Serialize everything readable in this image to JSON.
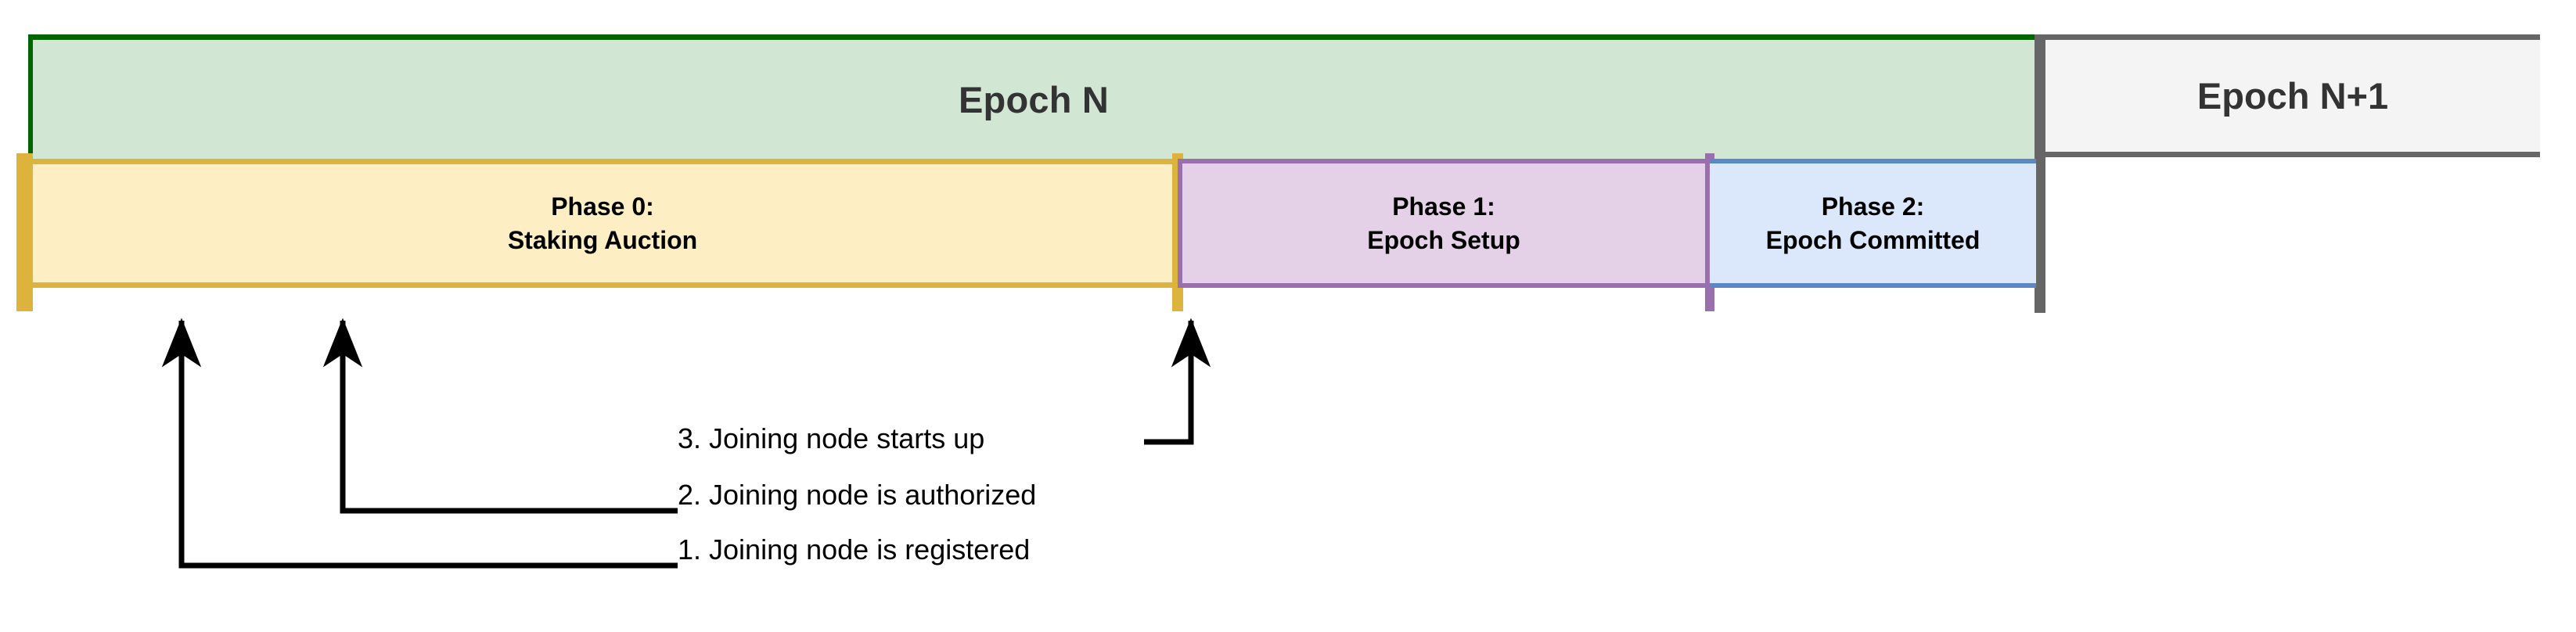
{
  "diagram": {
    "title_hidden": "",
    "epochs": [
      {
        "id": "epoch-n",
        "label": "Epoch N",
        "fill": "#d1e7d4",
        "stroke": "#006400"
      },
      {
        "id": "epoch-n-plus-1",
        "label": "Epoch N+1",
        "fill": "#f4f4f4",
        "stroke": "#666666"
      }
    ],
    "phases": [
      {
        "id": "phase-0",
        "line1": "Phase 0:",
        "line2": "Staking Auction",
        "fill": "#fdefc3",
        "stroke": "#dcb33c"
      },
      {
        "id": "phase-1",
        "line1": "Phase 1:",
        "line2": "Epoch Setup",
        "fill": "#e4d1e8",
        "stroke": "#9a6fae"
      },
      {
        "id": "phase-2",
        "line1": "Phase 2:",
        "line2": "Epoch Committed",
        "fill": "#dbe7fa",
        "stroke": "#5b87c5"
      }
    ],
    "callouts": [
      {
        "id": "callout-1",
        "text": "1. Joining node is registered"
      },
      {
        "id": "callout-2",
        "text": "2. Joining node is authorized"
      },
      {
        "id": "callout-3",
        "text": "3. Joining node starts up"
      }
    ],
    "colors": {
      "background": "#ffffff",
      "connector": "#000000",
      "epoch_text": "#333333",
      "phase_text": "#000000",
      "callout_text": "#000000"
    }
  }
}
